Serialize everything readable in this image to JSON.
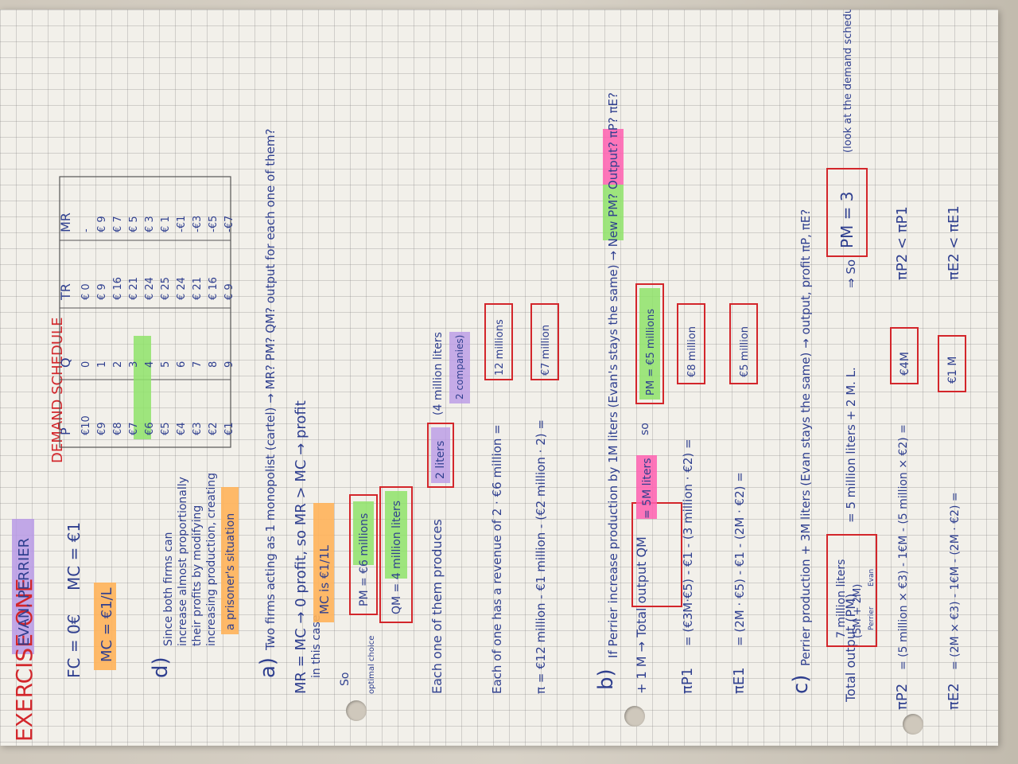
{
  "heading": {
    "title": "EXERCISE ONE",
    "players": "EVAN, PERRIER",
    "schedule_title": "DEMAND SCHEDULE"
  },
  "costs": {
    "fc": "FC = 0€",
    "mc": "MC = €1",
    "mc_highlight": "MC = €1/L"
  },
  "table": {
    "headers": [
      "P",
      "Q",
      "TR",
      "MR"
    ],
    "rows": [
      [
        "€10",
        "0",
        "€ 0",
        "-"
      ],
      [
        "€9",
        "1",
        "€ 9",
        "€ 9"
      ],
      [
        "€8",
        "2",
        "€ 16",
        "€ 7"
      ],
      [
        "€7",
        "3",
        "€ 21",
        "€ 5"
      ],
      [
        "€6",
        "4",
        "€ 24",
        "€ 3"
      ],
      [
        "€5",
        "5",
        "€ 25",
        "€ 1"
      ],
      [
        "€4",
        "6",
        "€ 24",
        "-€1"
      ],
      [
        "€3",
        "7",
        "€ 21",
        "-€3"
      ],
      [
        "€2",
        "8",
        "€ 16",
        "-€5"
      ],
      [
        "€1",
        "9",
        "€ 9",
        "-€7"
      ]
    ]
  },
  "part_d": {
    "label": "d)",
    "lines": [
      "Since both firms can",
      "increase almost proportionally",
      "their profits by modifying",
      "increasing production, creating",
      "a prisoner's situation"
    ]
  },
  "part_a": {
    "label": "a)",
    "question": "Two firms acting as 1 monopolist (cartel) → MR? PM? QM? output for each one of them?",
    "mr_line": "MR = MC → 0 profit, so MR > MC → profit",
    "case_line": "in this case",
    "mc_box": "MC is €1/1L",
    "so": "So",
    "optimal": "optimal choice",
    "pm": "PM = €6 millions",
    "qm": "QM = 4 million liters",
    "each_produces": "Each one of them produces",
    "two_liters": "2 liters",
    "four_million": "(4 million liters",
    "two_companies": "2 companies)",
    "revenue_line": "Each of one has a revenue of  2 · €6 million =",
    "twelve_m": "12 millions",
    "profit_line": "π = €12 million - €1 million - (€2 million · 2) =",
    "seven_m": "€7 million"
  },
  "part_b": {
    "label": "b)",
    "question": "If Perrier increase production by 1M liters (Evan's stays the same) → New PM? Output? πP? πE?",
    "new_pm_tag": "New PM",
    "output_tag": "Output",
    "plus_line": "+ 1 M → Total output QM",
    "five_m_liters": "= 5M liters",
    "so": "so",
    "new_price": "PM = €5 millions",
    "pi_p1_label": "πP1",
    "pi_p1": "= (€3M·€5) - €1 - (3 million · €2) =",
    "eight_m": "€8 million",
    "pi_e1_label": "πE1",
    "pi_e1": "= (2M · €5) - €1 - (2M · €2) =",
    "five_m": "€5 million"
  },
  "part_c": {
    "label": "c)",
    "question": "Perrier production + 3M liters (Evan stays the same) → output, profit πP, πE?",
    "look": "(look at the demand schedule)",
    "total_output": "Total output (PM)",
    "seven_m_liters": "7 million liters",
    "composition": "(5M + 2M)",
    "perrier": "Perrier",
    "evan": "Evan",
    "sum_line": "= 5 million liters + 2 M. L.",
    "so": "⇒ So",
    "pm3": "PM = 3",
    "pi_p2_label": "πP2",
    "pi_p2": "= (5 million × €3) - 1€M - (5 million × €2) =",
    "four_m": "€4M",
    "pi_e2_label": "πE2",
    "pi_e2": "= (2M × €3) - 1€M - (2M · €2) =",
    "one_m": "€1 M",
    "compare_p": "πP2 < πP1",
    "compare_e": "πE2 < πE1"
  },
  "colors": {
    "ink_blue": "#2f3f8f",
    "ink_red": "#d3262b",
    "hl_green": "#8fe36a",
    "hl_orange": "#ffb25a",
    "hl_pink": "#ff5fb0",
    "hl_purple": "#b99ae6"
  }
}
